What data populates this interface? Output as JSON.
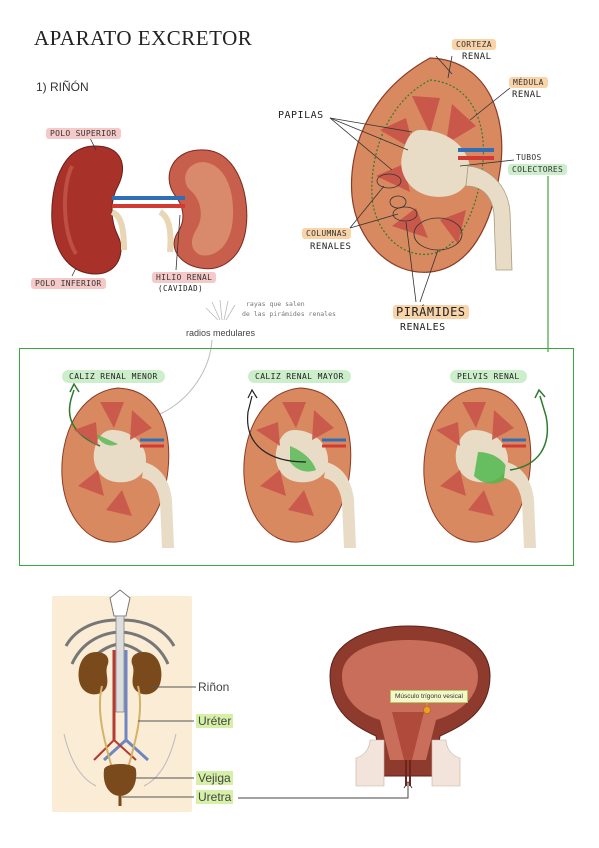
{
  "header": {
    "title": "APARATO EXCRETOR",
    "section": "1) RIÑÓN"
  },
  "left_kidney_labels": {
    "polo_superior": "POLO SUPERIOR",
    "polo_inferior": "POLO INFERIOR",
    "hilio_renal": "HILIO RENAL",
    "cavidad": "(CAVIDAD)"
  },
  "right_kidney_labels": {
    "corteza": "CORTEZA",
    "corteza_2": "RENAL",
    "medula": "MÉDULA",
    "medula_2": "RENAL",
    "papilas": "PAPILAS",
    "tubos": "TUBOS",
    "tubos_2": "COLECTORES",
    "columnas": "COLUMNAS",
    "columnas_2": "RENALES",
    "piramides": "PIRÁMIDES",
    "piramides_2": "RENALES"
  },
  "medullary": {
    "label": "radios medulares",
    "note_1": "rayas que salen",
    "note_2": "de las pirámides renales"
  },
  "calyx_panel": {
    "menor": "CALIZ RENAL MENOR",
    "mayor": "CALIZ RENAL MAYOR",
    "pelvis": "PELVIS RENAL"
  },
  "urinary_labels": {
    "rinon": "Riñon",
    "ureter": "Uréter",
    "vejiga": "Vejiga",
    "uretra": "Uretra"
  },
  "bladder": {
    "tooltip": "Músculo trígono vesical"
  },
  "colors": {
    "kidney": "#b23a2e",
    "cortex": "#d9895f",
    "medulla": "#c9574a",
    "pelvis": "#e8dcc6",
    "accent_green": "#3ea63e",
    "highlight_green": "#cdeecb"
  }
}
